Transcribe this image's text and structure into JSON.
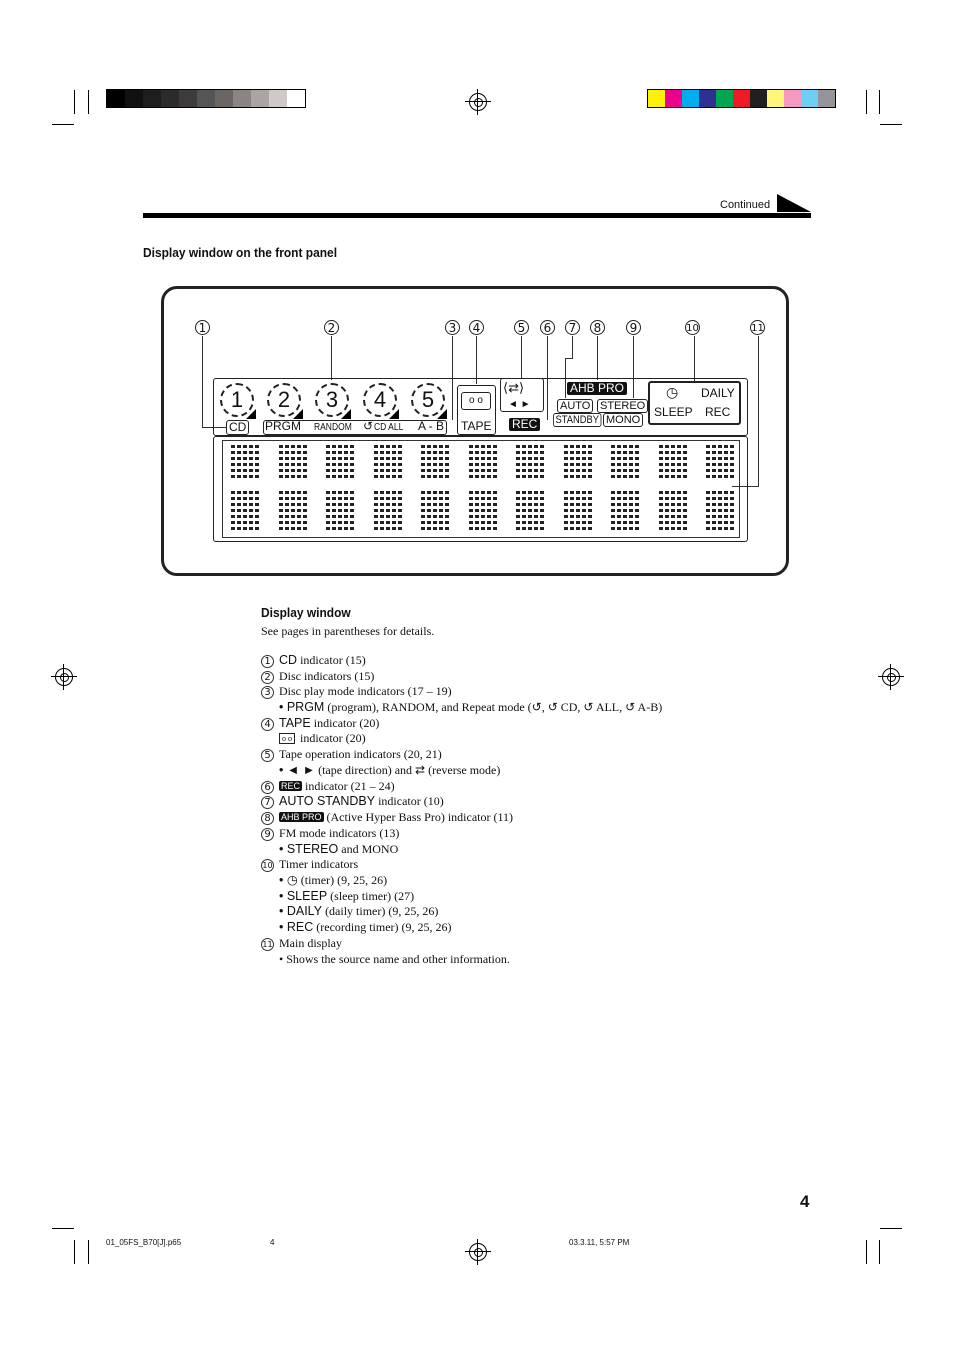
{
  "header": {
    "continued": "Continued",
    "section_title": "Display window on the front panel"
  },
  "panel": {
    "callouts": [
      "1",
      "2",
      "3",
      "4",
      "5",
      "6",
      "7",
      "8",
      "9",
      "10",
      "11"
    ],
    "disc_numbers": [
      "1",
      "2",
      "3",
      "4",
      "5"
    ],
    "labels": {
      "cd": "CD",
      "prgm": "PRGM",
      "random": "RANDOM",
      "cd_all": "CD ALL",
      "ab": "A - B",
      "tape": "TAPE",
      "rec_box": "REC",
      "ahb_pro": "AHB PRO",
      "auto": "AUTO",
      "standby": "STANDBY",
      "stereo": "STEREO",
      "mono": "MONO",
      "daily": "DAILY",
      "sleep": "SLEEP",
      "rec_timer": "REC"
    }
  },
  "display_window": {
    "title": "Display window",
    "intro": "See pages in parentheses for details.",
    "items": [
      {
        "n": "1",
        "term": "CD",
        "text": " indicator (15)"
      },
      {
        "n": "2",
        "term": "",
        "text": "Disc indicators (15)"
      },
      {
        "n": "3",
        "term": "",
        "text": "Disc play mode indicators (17 – 19)"
      },
      {
        "n": "",
        "term": "• PRGM",
        "text": " (program), RANDOM, and Repeat mode (↺, ↺ CD, ↺ ALL, ↺ A-B)"
      },
      {
        "n": "4",
        "term": "TAPE",
        "text": " indicator (20)"
      },
      {
        "n": "",
        "term": "",
        "text": " indicator (20)"
      },
      {
        "n": "5",
        "term": "",
        "text": "Tape operation indicators (20, 21)"
      },
      {
        "n": "",
        "term": "• ◄ ►",
        "text": " (tape direction) and ⇄ (reverse mode)"
      },
      {
        "n": "6",
        "term": "REC",
        "text": " indicator (21 – 24)"
      },
      {
        "n": "7",
        "term": "AUTO STANDBY",
        "text": " indicator (10)"
      },
      {
        "n": "8",
        "term": "AHB PRO",
        "text": " (Active Hyper Bass Pro) indicator (11)"
      },
      {
        "n": "9",
        "term": "",
        "text": "FM mode indicators (13)"
      },
      {
        "n": "",
        "term": "• STEREO",
        "text": " and MONO"
      },
      {
        "n": "10",
        "term": "",
        "text": "Timer indicators"
      },
      {
        "n": "",
        "term": "• ◷",
        "text": " (timer) (9, 25, 26)"
      },
      {
        "n": "",
        "term": "• SLEEP",
        "text": " (sleep timer) (27)"
      },
      {
        "n": "",
        "term": "• DAILY",
        "text": " (daily timer) (9, 25, 26)"
      },
      {
        "n": "",
        "term": "• REC",
        "text": " (recording timer) (9, 25, 26)"
      },
      {
        "n": "11",
        "term": "",
        "text": "Main display"
      },
      {
        "n": "",
        "term": "",
        "text": "• Shows the source name and other information."
      }
    ]
  },
  "page_number": "4",
  "footer": {
    "file": "01_05FS_B70[J].p65",
    "page": "4",
    "date": "03.3.11, 5:57 PM"
  }
}
